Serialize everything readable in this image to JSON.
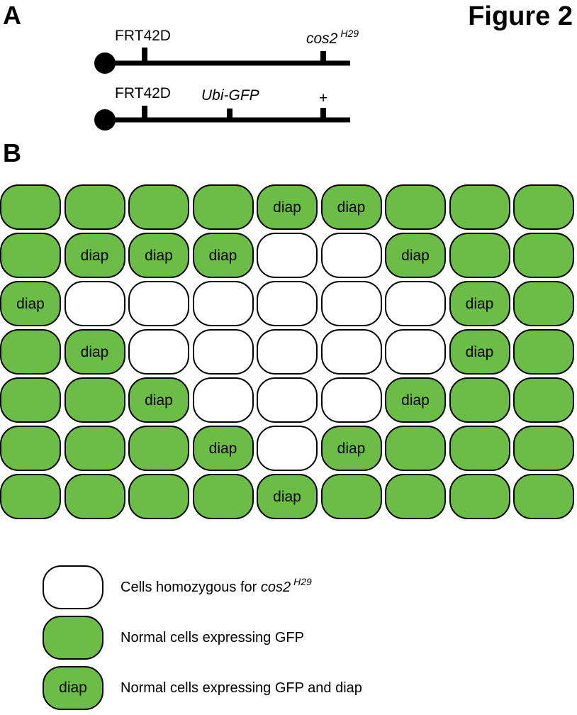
{
  "figure_title": "Figure 2",
  "panel_a": {
    "label": "A",
    "chromosome_top": {
      "markers": [
        {
          "text": "FRT42D",
          "italic": false,
          "sup": ""
        },
        {
          "text": "cos2",
          "italic": true,
          "sup": "H29"
        }
      ]
    },
    "chromosome_bottom": {
      "markers": [
        {
          "text": "FRT42D",
          "italic": false,
          "sup": ""
        },
        {
          "text": "Ubi-GFP",
          "italic": true,
          "sup": ""
        },
        {
          "text": "+",
          "italic": false,
          "sup": ""
        }
      ]
    }
  },
  "panel_b": {
    "label": "B",
    "grid": [
      [
        {
          "type": "green",
          "label": ""
        },
        {
          "type": "green",
          "label": ""
        },
        {
          "type": "green",
          "label": ""
        },
        {
          "type": "green",
          "label": ""
        },
        {
          "type": "green",
          "label": "diap"
        },
        {
          "type": "green",
          "label": "diap"
        },
        {
          "type": "green",
          "label": ""
        },
        {
          "type": "green",
          "label": ""
        },
        {
          "type": "green",
          "label": ""
        }
      ],
      [
        {
          "type": "green",
          "label": ""
        },
        {
          "type": "green",
          "label": "diap"
        },
        {
          "type": "green",
          "label": "diap"
        },
        {
          "type": "green",
          "label": "diap"
        },
        {
          "type": "white",
          "label": ""
        },
        {
          "type": "white",
          "label": ""
        },
        {
          "type": "green",
          "label": "diap"
        },
        {
          "type": "green",
          "label": ""
        },
        {
          "type": "green",
          "label": ""
        }
      ],
      [
        {
          "type": "green",
          "label": "diap"
        },
        {
          "type": "white",
          "label": ""
        },
        {
          "type": "white",
          "label": ""
        },
        {
          "type": "white",
          "label": ""
        },
        {
          "type": "white",
          "label": ""
        },
        {
          "type": "white",
          "label": ""
        },
        {
          "type": "white",
          "label": ""
        },
        {
          "type": "green",
          "label": "diap"
        },
        {
          "type": "green",
          "label": ""
        }
      ],
      [
        {
          "type": "green",
          "label": ""
        },
        {
          "type": "green",
          "label": "diap"
        },
        {
          "type": "white",
          "label": ""
        },
        {
          "type": "white",
          "label": ""
        },
        {
          "type": "white",
          "label": ""
        },
        {
          "type": "white",
          "label": ""
        },
        {
          "type": "white",
          "label": ""
        },
        {
          "type": "green",
          "label": "diap"
        },
        {
          "type": "green",
          "label": ""
        }
      ],
      [
        {
          "type": "green",
          "label": ""
        },
        {
          "type": "green",
          "label": ""
        },
        {
          "type": "green",
          "label": "diap"
        },
        {
          "type": "white",
          "label": ""
        },
        {
          "type": "white",
          "label": ""
        },
        {
          "type": "white",
          "label": ""
        },
        {
          "type": "green",
          "label": "diap"
        },
        {
          "type": "green",
          "label": ""
        },
        {
          "type": "green",
          "label": ""
        }
      ],
      [
        {
          "type": "green",
          "label": ""
        },
        {
          "type": "green",
          "label": ""
        },
        {
          "type": "green",
          "label": ""
        },
        {
          "type": "green",
          "label": "diap"
        },
        {
          "type": "white",
          "label": ""
        },
        {
          "type": "green",
          "label": "diap"
        },
        {
          "type": "green",
          "label": ""
        },
        {
          "type": "green",
          "label": ""
        },
        {
          "type": "green",
          "label": ""
        }
      ],
      [
        {
          "type": "green",
          "label": ""
        },
        {
          "type": "green",
          "label": ""
        },
        {
          "type": "green",
          "label": ""
        },
        {
          "type": "green",
          "label": ""
        },
        {
          "type": "green",
          "label": "diap"
        },
        {
          "type": "green",
          "label": ""
        },
        {
          "type": "green",
          "label": ""
        },
        {
          "type": "green",
          "label": ""
        },
        {
          "type": "green",
          "label": ""
        }
      ]
    ]
  },
  "legend": [
    {
      "type": "white",
      "swatch_label": "",
      "text": "Cells homozygous for ",
      "text_italic": "cos2",
      "sup": "H29"
    },
    {
      "type": "green",
      "swatch_label": "",
      "text": "Normal cells expressing GFP",
      "text_italic": "",
      "sup": ""
    },
    {
      "type": "green",
      "swatch_label": "diap",
      "text": "Normal cells expressing GFP and diap",
      "text_italic": "",
      "sup": ""
    }
  ],
  "colors": {
    "green": "#6cbd45",
    "white": "#ffffff",
    "outline": "#000000"
  }
}
